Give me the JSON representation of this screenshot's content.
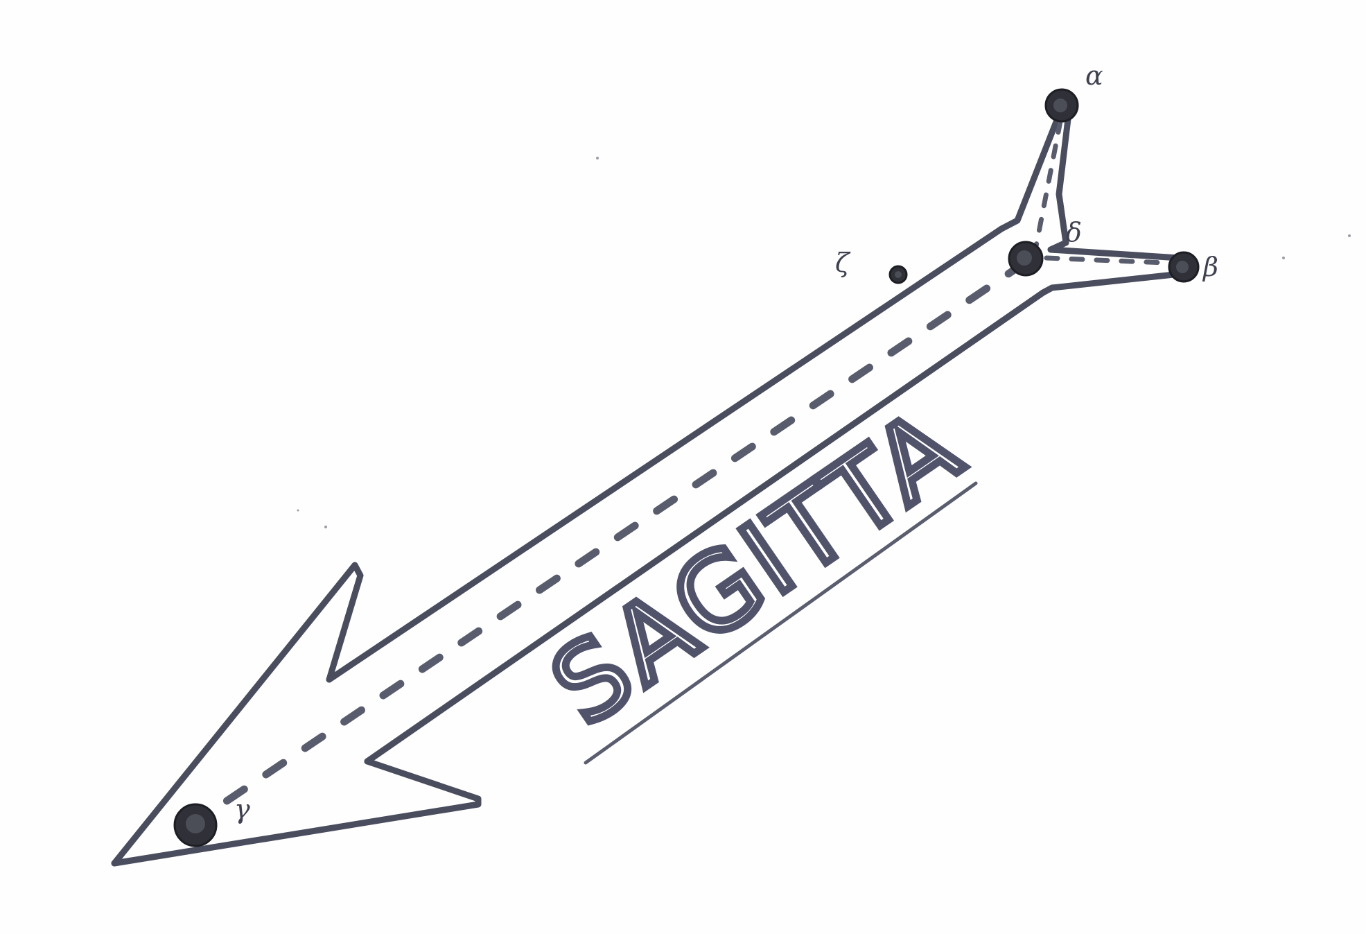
{
  "constellation": {
    "name": "SAGITTA"
  },
  "stars": [
    {
      "id": "alpha",
      "label": "α"
    },
    {
      "id": "beta",
      "label": "β"
    },
    {
      "id": "gamma",
      "label": "γ"
    },
    {
      "id": "delta",
      "label": "δ"
    },
    {
      "id": "zeta",
      "label": "ζ"
    }
  ],
  "colors": {
    "ink": "#4a4d5e",
    "star": "#2f3038",
    "paper": "#fefefe"
  }
}
